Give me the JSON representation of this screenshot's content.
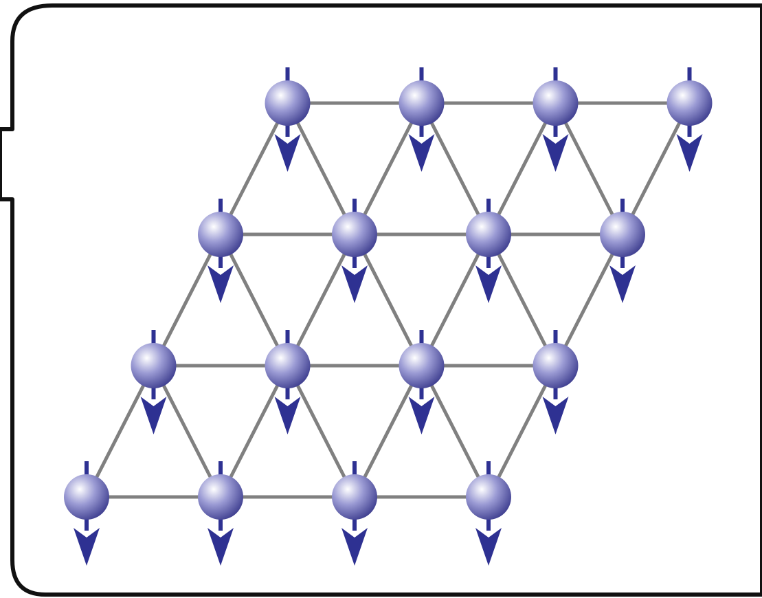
{
  "diagram": {
    "lattice": "triangular",
    "rows": 4,
    "sites_per_row": 4,
    "spin_direction": "down",
    "colors": {
      "bond": "#808080",
      "spin_arrow": "#2e3192",
      "site_highlight": "#ffffff",
      "site_mid": "#9b9bd4",
      "site_shadow": "#3a3a8c",
      "frame": "#111111",
      "background": "#ffffff"
    }
  }
}
